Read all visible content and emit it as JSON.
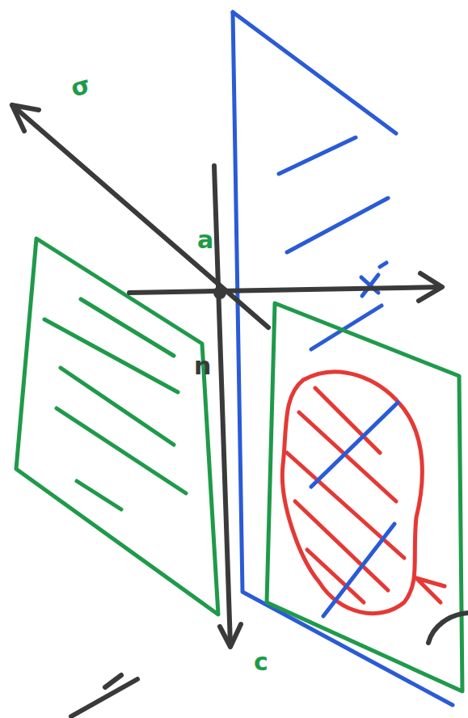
{
  "diagram": {
    "labels": [
      "σ",
      "a",
      "n",
      "c"
    ]
  }
}
